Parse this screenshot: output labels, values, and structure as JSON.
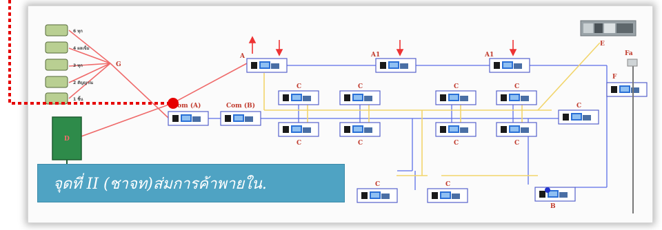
{
  "caption": {
    "text": "จุดที่ II (ชาจท)ส่มการค้าพายใน."
  },
  "storage": {
    "items": [
      "6 ทุก",
      "4 ผลเข็ม",
      "3 ทุก",
      "2 สัญญาณ",
      "1 ชิ้น"
    ],
    "group_label": "G"
  },
  "nodes": {
    "a": "A",
    "a1_1": "A1",
    "a1_2": "A1",
    "com_a": "Com (A)",
    "com_b": "Com (B)",
    "c": "C",
    "d": "D",
    "e": "E",
    "f": "F",
    "fa": "Fa",
    "b": "B"
  },
  "colors": {
    "highlight": "#e60000",
    "link_blue": "#5b6ee8",
    "link_yellow": "#f2d56b",
    "link_red": "#ef6a6a",
    "station_green": "#2e8b4a",
    "caption_bg": "#4fa3c3"
  }
}
